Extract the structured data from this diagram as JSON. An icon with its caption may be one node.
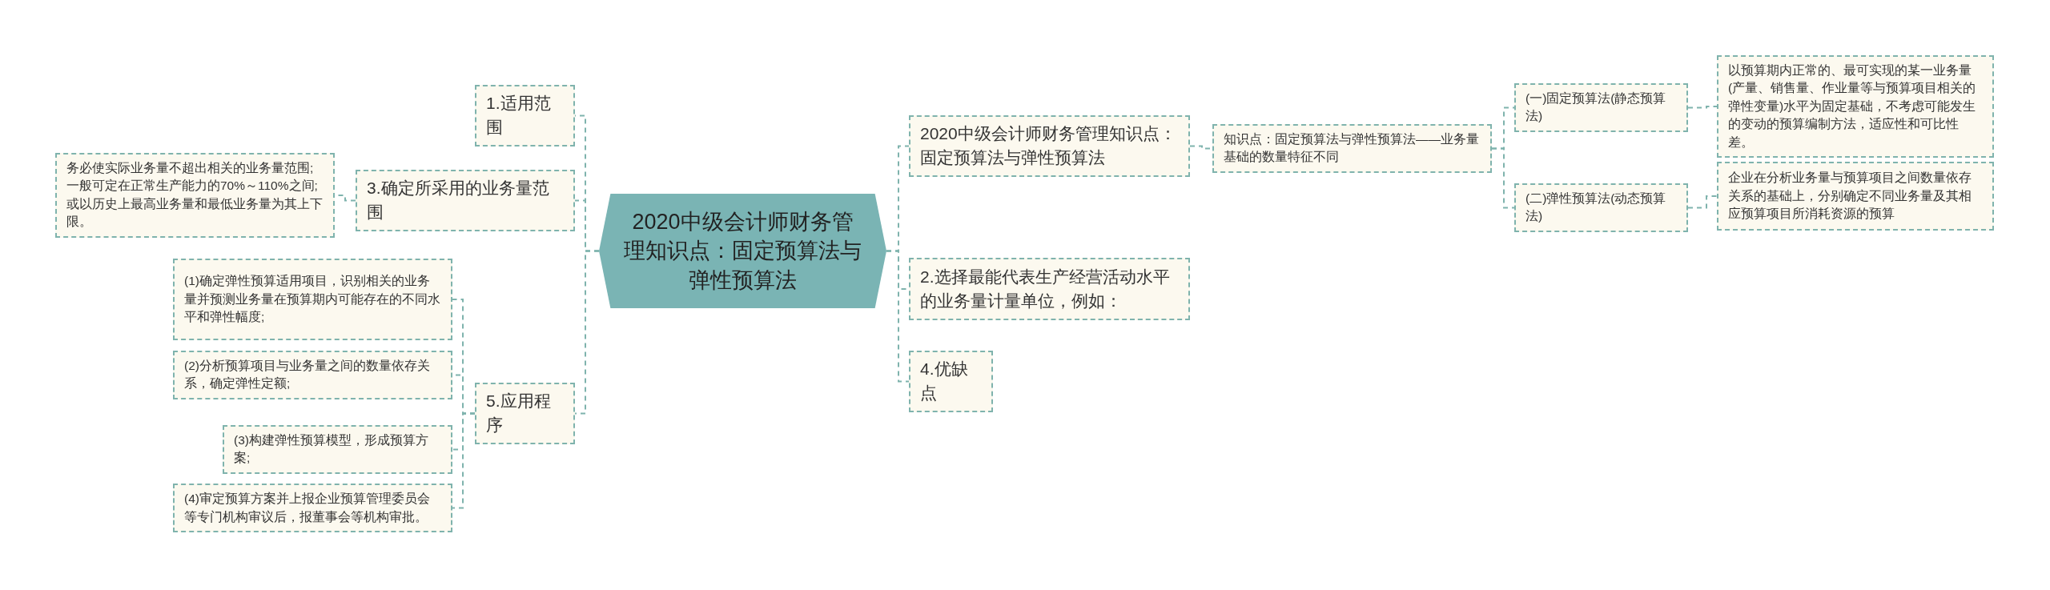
{
  "diagram": {
    "nodes": [
      {
        "text": [
          "2020中级会计师财务管理知识点：固定预算法与弹性预算法"
        ]
      },
      {
        "text": [
          "2020中级会计师财务管理知识点：固定预算法与弹性预算法"
        ]
      },
      {
        "text": [
          "知识点：固定预算法与弹性预算法——业务量基础的数量特征不同"
        ]
      },
      {
        "text": [
          "(一)固定预算法(静态预算法)"
        ]
      },
      {
        "text": [
          "以预算期内正常的、最可实现的某一业务量(产量、销售量、作业量等与预算项目相关的弹性变量)水平为固定基础，不考虑可能发生的变动的预算编制方法，适应性和可比性差。"
        ]
      },
      {
        "text": [
          "(二)弹性预算法(动态预算法)"
        ]
      },
      {
        "text": [
          "企业在分析业务量与预算项目之间数量依存关系的基础上，分别确定不同业务量及其相应预算项目所消耗资源的预算"
        ]
      },
      {
        "text": [
          "2.选择最能代表生产经营活动水平的业务量计量单位，例如："
        ]
      },
      {
        "text": [
          "4.优缺点"
        ]
      },
      {
        "text": [
          "1.适用范围"
        ]
      },
      {
        "text": [
          "3.确定所采用的业务量范围"
        ]
      },
      {
        "text": [
          "务必使实际业务量不超出相关的业务量范围; 一般可定在正常生产能力的70%～110%之间; 或以历史上最高业务量和最低业务量为其上下限。"
        ]
      },
      {
        "text": [
          "5.应用程序"
        ]
      },
      {
        "text": [
          "(1)确定弹性预算适用项目，识别相关的业务量并预测业务量在预算期内可能存在的不同水平和弹性幅度;"
        ]
      },
      {
        "text": [
          "(2)分析预算项目与业务量之间的数量依存关系，确定弹性定额;"
        ]
      },
      {
        "text": [
          "(3)构建弹性预算模型，形成预算方案;"
        ]
      },
      {
        "text": [
          "(4)审定预算方案并上报企业预算管理委员会等专门机构审议后，报董事会等机构审批。"
        ]
      }
    ],
    "edges": [
      {
        "from": 0,
        "to": 1,
        "arrow": "none"
      },
      {
        "from": 1,
        "to": 2,
        "arrow": "none"
      },
      {
        "from": 2,
        "to": 3,
        "arrow": "none"
      },
      {
        "from": 3,
        "to": 4,
        "arrow": "none"
      },
      {
        "from": 2,
        "to": 5,
        "arrow": "none"
      },
      {
        "from": 5,
        "to": 6,
        "arrow": "none"
      },
      {
        "from": 0,
        "to": 7,
        "arrow": "none"
      },
      {
        "from": 0,
        "to": 8,
        "arrow": "none"
      },
      {
        "from": 0,
        "to": 9,
        "arrow": "none"
      },
      {
        "from": 0,
        "to": 10,
        "arrow": "none"
      },
      {
        "from": 10,
        "to": 11,
        "arrow": "none"
      },
      {
        "from": 0,
        "to": 12,
        "arrow": "none"
      },
      {
        "from": 12,
        "to": 13,
        "arrow": "none"
      },
      {
        "from": 12,
        "to": 14,
        "arrow": "none"
      },
      {
        "from": 12,
        "to": 15,
        "arrow": "none"
      },
      {
        "from": 12,
        "to": 16,
        "arrow": "none"
      }
    ]
  }
}
